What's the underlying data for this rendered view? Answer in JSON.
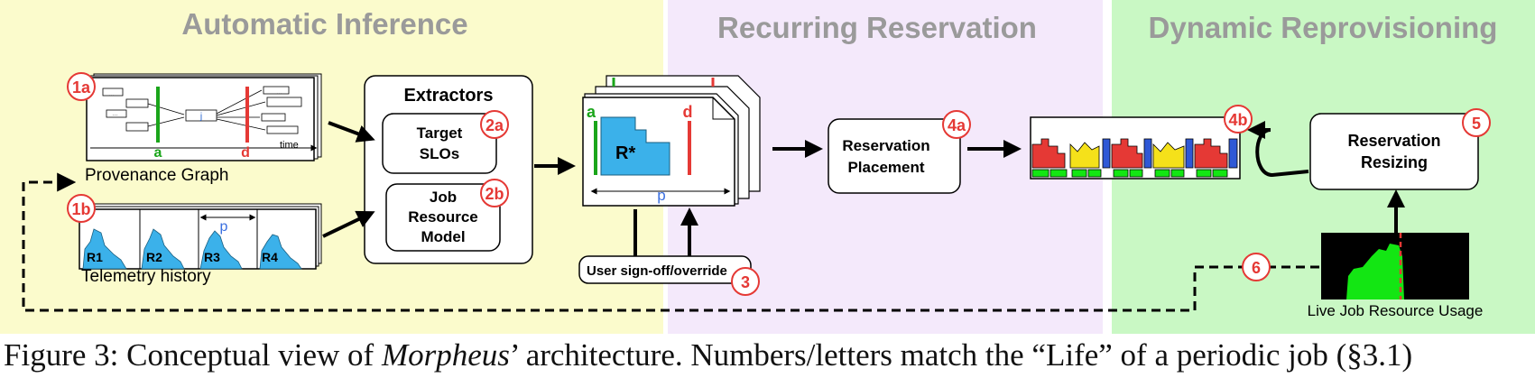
{
  "sections": {
    "inference": "Automatic Inference",
    "reservation": "Recurring Reservation",
    "reprovisioning": "Dynamic Reprovisioning"
  },
  "provenance": {
    "label": "Provenance Graph",
    "marker_a": "a",
    "marker_d": "d",
    "time_label": "time",
    "node_j": "j"
  },
  "telemetry": {
    "label": "Telemetry history",
    "period": "p",
    "runs": [
      "R1",
      "R2",
      "R3",
      "R4"
    ]
  },
  "extractors": {
    "title": "Extractors",
    "slo_line1": "Target",
    "slo_line2": "SLOs",
    "model_line1": "Job",
    "model_line2": "Resource",
    "model_line3": "Model"
  },
  "reservation_shape": {
    "label": "R*",
    "marker_a": "a",
    "marker_d": "d",
    "period": "p"
  },
  "user_signoff": "User sign-off/override",
  "placement": {
    "line1": "Reservation",
    "line2": "Placement"
  },
  "resizing": {
    "line1": "Reservation",
    "line2": "Resizing"
  },
  "live_usage": "Live Job Resource Usage",
  "badges": {
    "b1a": "1a",
    "b1b": "1b",
    "b2a": "2a",
    "b2b": "2b",
    "b3": "3",
    "b4a": "4a",
    "b4b": "4b",
    "b5": "5",
    "b6": "6"
  },
  "caption": {
    "prefix": "Figure 3: Conceptual view of ",
    "system_name": "Morpheus",
    "suffix": "’ architecture. Numbers/letters match the “Life” of a periodic job (§3.1)"
  },
  "colors": {
    "inference_bg": "#fbfbcc",
    "reservation_bg": "#f4e9fb",
    "reprovisioning_bg": "#c9f8c4",
    "heading_gray": "#9a9a9a",
    "badge_red": "#e53935",
    "green_marker": "#1aa51a",
    "red_marker": "#e53935",
    "usage_blue": "#3bb1ea",
    "live_green": "#13e613"
  }
}
